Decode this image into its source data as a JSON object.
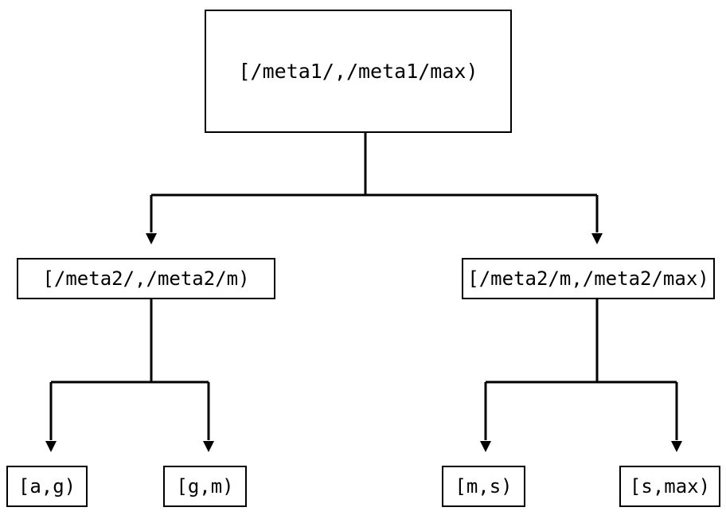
{
  "diagram": {
    "type": "tree",
    "title": "",
    "orientation": "top-down",
    "background_color": "#ffffff",
    "line_color": "#000000",
    "box_border_color": "#000000",
    "box_fill_color": "#ffffff",
    "text_color": "#000000",
    "edge_style": "orthogonal-elbow",
    "arrowhead": "solid-triangle-down"
  },
  "nodes": {
    "root": {
      "label": "[/meta1/,/meta1/max)",
      "level": 1
    },
    "meta2_low": {
      "label": "[/meta2/,/meta2/m)",
      "level": 2
    },
    "meta2_high": {
      "label": "[/meta2/m,/meta2/max)",
      "level": 2
    },
    "leaf_ag": {
      "label": "[a,g)",
      "level": 3
    },
    "leaf_gm": {
      "label": "[g,m)",
      "level": 3
    },
    "leaf_ms": {
      "label": "[m,s)",
      "level": 3
    },
    "leaf_smax": {
      "label": "[s,max)",
      "level": 3
    }
  },
  "edges": [
    {
      "from": "root",
      "to": "meta2_low"
    },
    {
      "from": "root",
      "to": "meta2_high"
    },
    {
      "from": "meta2_low",
      "to": "leaf_ag"
    },
    {
      "from": "meta2_low",
      "to": "leaf_gm"
    },
    {
      "from": "meta2_high",
      "to": "leaf_ms"
    },
    {
      "from": "meta2_high",
      "to": "leaf_smax"
    }
  ]
}
